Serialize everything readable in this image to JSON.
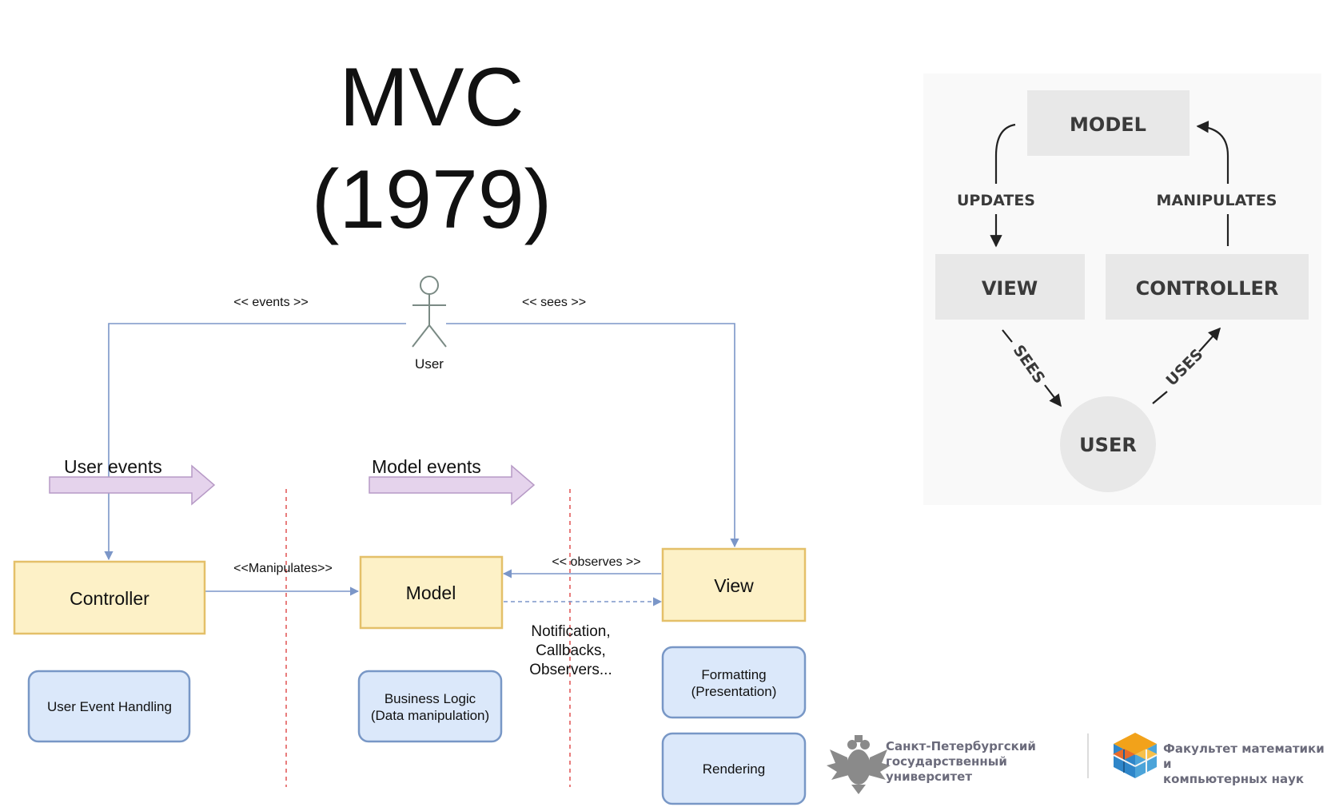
{
  "title": {
    "line1": "MVC",
    "line2": "(1979)"
  },
  "left_diagram": {
    "actor": "User",
    "edge_events": "<< events >>",
    "edge_sees": "<< sees >>",
    "flow_user_events": "User events",
    "flow_model_events": "Model events",
    "edge_manipulates": "<<Manipulates>>",
    "edge_observes": "<< observes >>",
    "notification": [
      "Notification,",
      "Callbacks,",
      "Observers..."
    ],
    "nodes": {
      "controller": "Controller",
      "model": "Model",
      "view": "View"
    },
    "responsibilities": {
      "controller": [
        "User Event Handling"
      ],
      "model": [
        "Business Logic",
        "(Data manipulation)"
      ],
      "view_formatting": [
        "Formatting",
        "(Presentation)"
      ],
      "view_rendering": [
        "Rendering"
      ]
    },
    "colors": {
      "main_fill": "#fdf1c7",
      "main_stroke": "#e4c069",
      "sub_fill": "#dbe8fa",
      "sub_stroke": "#7897c6",
      "line": "#7b96c8",
      "arrow_fill": "#e5d3ec",
      "arrow_stroke": "#b79ac6",
      "divider": "#e35d5d"
    }
  },
  "right_diagram": {
    "model": "MODEL",
    "view": "VIEW",
    "controller": "CONTROLLER",
    "user": "USER",
    "updates": "UPDATES",
    "manipulates": "MANIPULATES",
    "sees": "SEES",
    "uses": "USES",
    "colors": {
      "panel": "#f9f9f9",
      "box": "#e8e8e8",
      "text": "#3a3a3a"
    }
  },
  "footer": {
    "university": [
      "Санкт-Петербургский",
      "государственный",
      "университет"
    ],
    "faculty": [
      "Факультет математики и",
      "компьютерных наук"
    ]
  }
}
